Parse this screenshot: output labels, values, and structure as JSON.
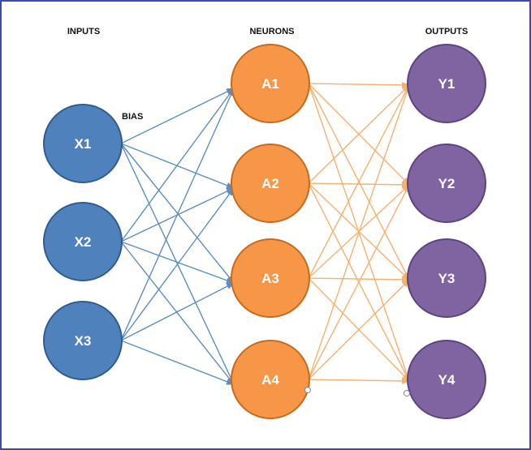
{
  "headers": {
    "inputs": "INPUTS",
    "neurons": "NEURONS",
    "outputs": "OUTPUTS",
    "bias": "BIAS"
  },
  "layers": {
    "inputs": [
      "X1",
      "X2",
      "X3"
    ],
    "neurons": [
      "A1",
      "A2",
      "A3",
      "A4"
    ],
    "outputs": [
      "Y1",
      "Y2",
      "Y3",
      "Y4"
    ]
  },
  "colors": {
    "input_fill": "#4f81bd",
    "input_stroke": "#2f5c8f",
    "neuron_fill": "#f79646",
    "neuron_stroke": "#c46b1e",
    "output_fill": "#8064a2",
    "output_stroke": "#5c4480",
    "input_edge": "#5b8ec4",
    "neuron_edge": "#f5b16e",
    "frame": "#3b4ba8"
  }
}
